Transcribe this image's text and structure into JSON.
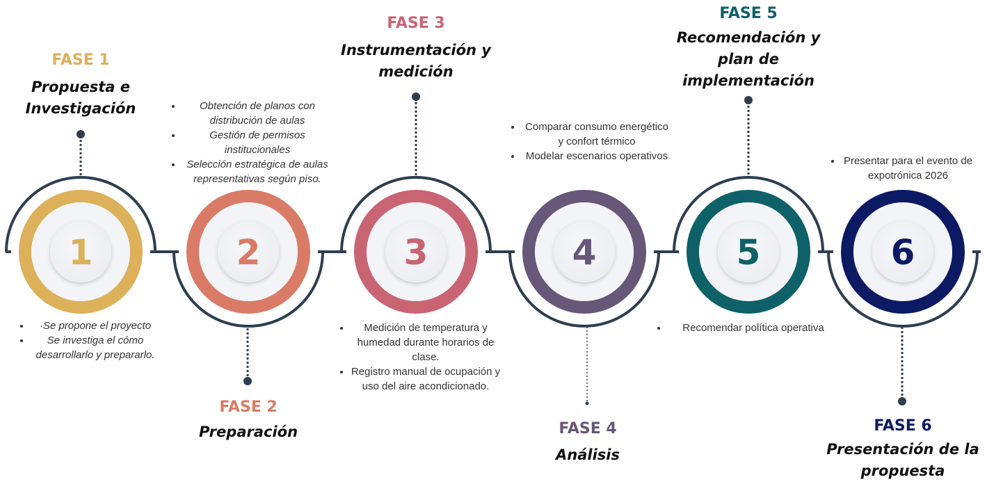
{
  "colors": {
    "line": "#2e3e4f",
    "dot": "#2e3e4f",
    "inner_disc": "#ecedf2",
    "inner_face": "#f6f7f9",
    "text": "#111111",
    "notes_text": "#333333"
  },
  "phases": [
    {
      "label": "FASE 1",
      "title_lines": [
        "Propuesta e",
        "Investigación"
      ],
      "number": "1",
      "color": "#ddb05a",
      "notes": [
        "·Se propone el proyecto",
        "Se investiga el cómo desarrollarlo y prepararlo."
      ],
      "notes_italic": true
    },
    {
      "label": "FASE 2",
      "title_lines": [
        "Preparación"
      ],
      "number": "2",
      "color": "#d97b66",
      "notes": [
        "Obtención de planos con distribución de aulas",
        "Gestión de permisos institucionales",
        "Selección estratégica de aulas representativas según piso."
      ],
      "notes_italic": true
    },
    {
      "label": "FASE 3",
      "title_lines": [
        "Instrumentación y",
        "medición"
      ],
      "number": "3",
      "color": "#c96472",
      "notes": [
        "Medición de temperatura y humedad durante horarios de clase.",
        "Registro manual de ocupación y uso del aire acondicionado."
      ],
      "notes_italic": false
    },
    {
      "label": "FASE 4",
      "title_lines": [
        "Análisis"
      ],
      "number": "4",
      "color": "#675779",
      "notes": [
        "Comparar consumo energético y confort térmico",
        "Modelar escenarios operativos"
      ],
      "notes_italic": false
    },
    {
      "label": "FASE 5",
      "title_lines": [
        "Recomendación y",
        "plan de",
        "implementación"
      ],
      "number": "5",
      "color": "#0e6169",
      "notes": [
        "Recomendar política operativa"
      ],
      "notes_italic": false
    },
    {
      "label": "FASE 6",
      "title_lines": [
        "Presentación de la",
        "propuesta"
      ],
      "number": "6",
      "color": "#0c1a63",
      "notes": [
        "Presentar para el evento de expotrónica 2026"
      ],
      "notes_italic": false
    }
  ]
}
